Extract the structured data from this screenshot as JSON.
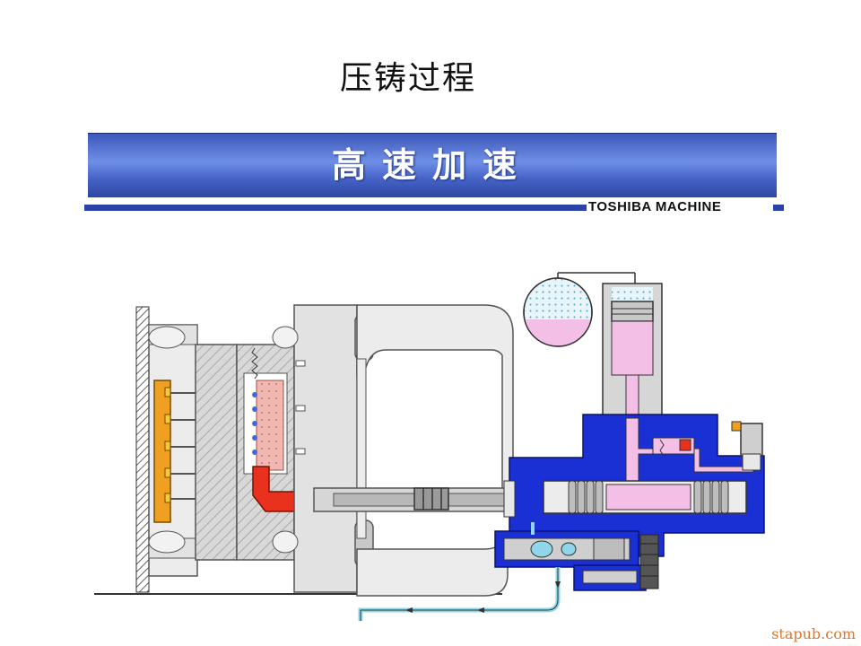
{
  "title": "压铸过程",
  "banner": {
    "label": "高速加速",
    "brand": "TOSHIBA MACHINE",
    "color": "#3f5fc8"
  },
  "watermark": "stapub.com",
  "colors": {
    "hydraulic_blue": "#1a2fd4",
    "oil_pink": "#f3bfe6",
    "metal_red": "#e8321e",
    "ejector_orange": "#f0a020",
    "casting_pink": "#f0b8b0",
    "machine_gray": "#dcdcdc",
    "return_line_cyan": "#8fd6ea"
  }
}
